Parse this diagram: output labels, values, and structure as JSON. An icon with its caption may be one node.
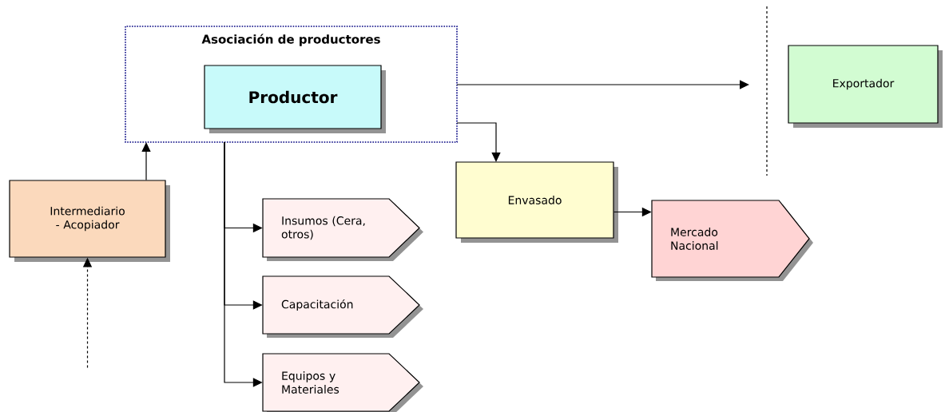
{
  "diagram": {
    "nodes": [
      {
        "text": [
          "Asociación de productores"
        ]
      },
      {
        "text": [
          "Productor"
        ],
        "in": 0
      },
      {
        "text": [
          "Intermediario - Acopiador"
        ]
      },
      {
        "text": [
          "Insumos (Cera, otros)"
        ]
      },
      {
        "text": [
          "Capacitación"
        ]
      },
      {
        "text": [
          "Equipos y Materiales"
        ]
      },
      {
        "text": [
          "Envasado"
        ]
      },
      {
        "text": [
          "Mercado Nacional"
        ]
      },
      {
        "text": [
          "Exportador"
        ]
      }
    ],
    "edges": [
      {
        "from": null,
        "to": 2,
        "arrow": "to",
        "style": "dashed"
      },
      {
        "from": 2,
        "to": 0,
        "arrow": "to"
      },
      {
        "from": 0,
        "to": 3,
        "arrow": "to"
      },
      {
        "from": 0,
        "to": 4,
        "arrow": "to"
      },
      {
        "from": 0,
        "to": 5,
        "arrow": "to"
      },
      {
        "from": 0,
        "to": 8,
        "arrow": "to"
      },
      {
        "from": 0,
        "to": 6,
        "arrow": "to"
      },
      {
        "from": 6,
        "to": 7,
        "arrow": "to"
      }
    ]
  }
}
